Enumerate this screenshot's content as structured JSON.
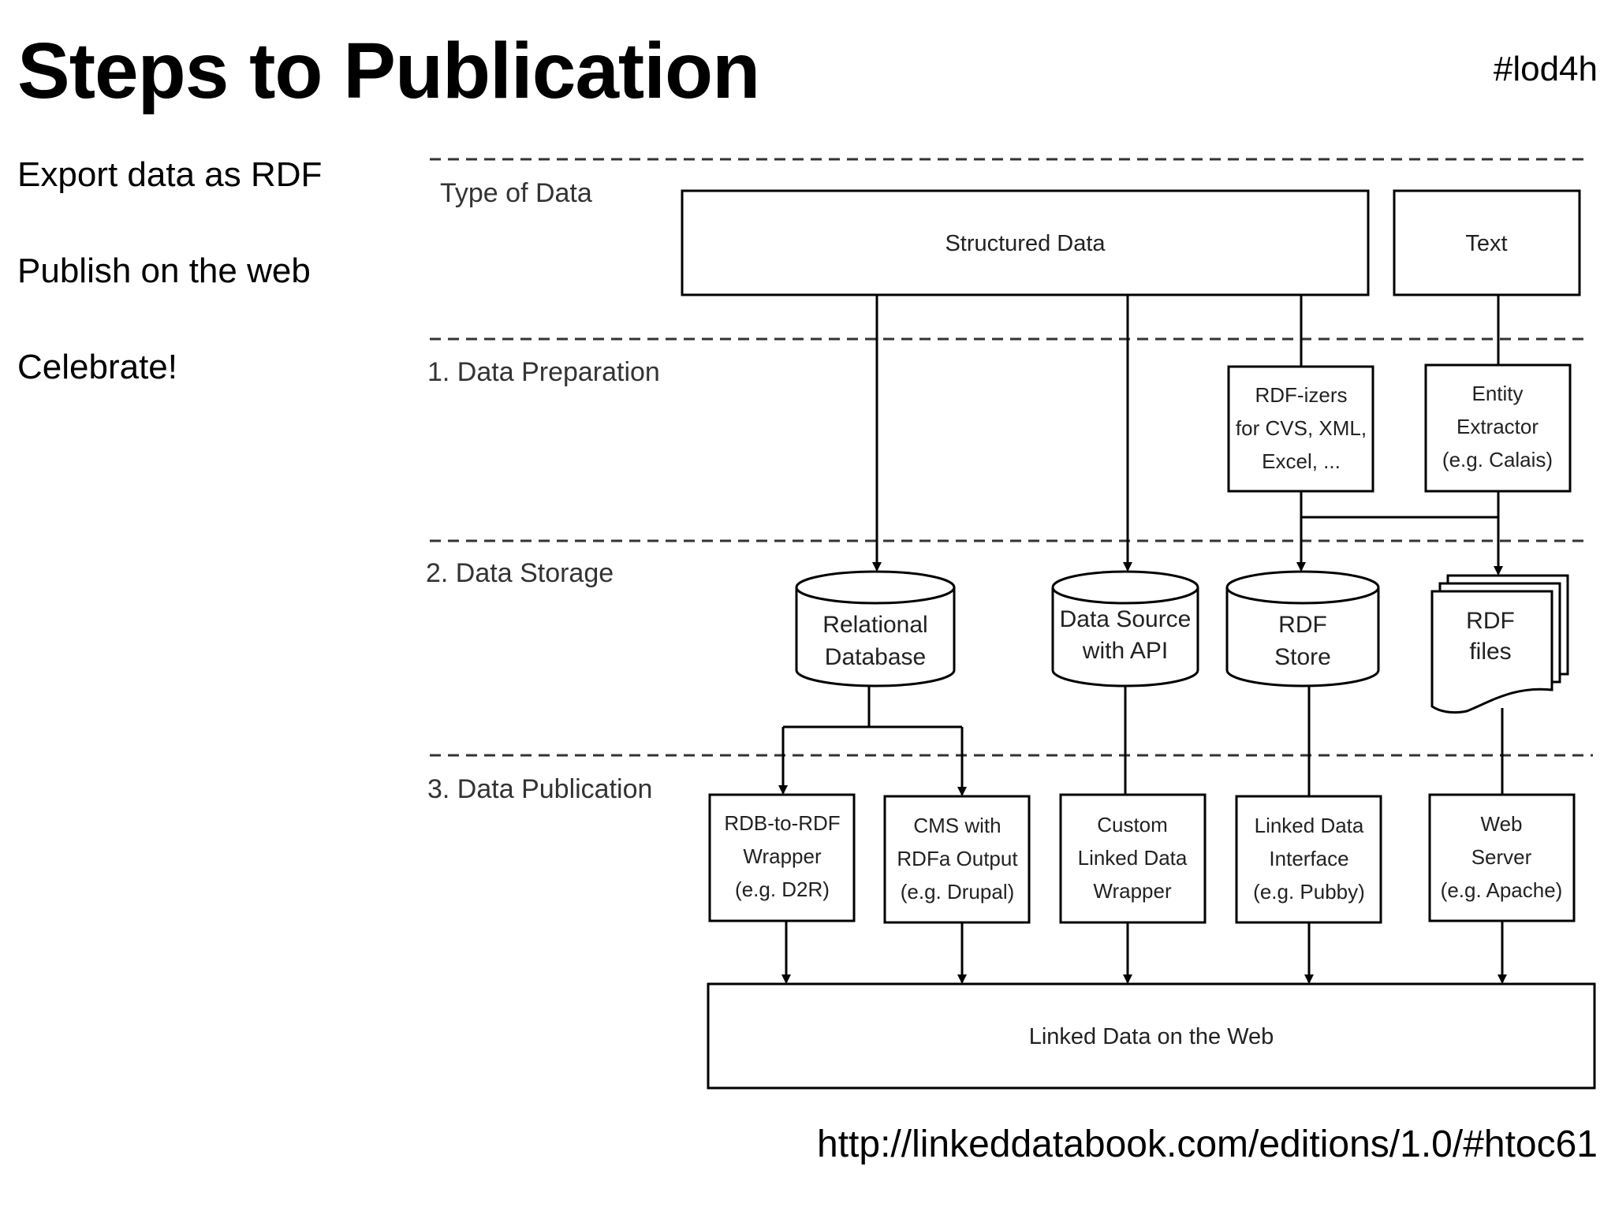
{
  "header": {
    "title": "Steps to Publication",
    "hashtag": "#lod4h"
  },
  "bullets": [
    "Export data as RDF",
    "Publish on the web",
    "Celebrate!"
  ],
  "footer": {
    "url": "http://linkeddatabook.com/editions/1.0/#htoc61"
  },
  "diagram": {
    "stages": {
      "type_of_data": "Type of Data",
      "preparation": "1. Data Preparation",
      "storage": "2. Data Storage",
      "publication": "3. Data Publication"
    },
    "sources": {
      "structured": "Structured Data",
      "text": "Text"
    },
    "preparation": {
      "rdfizers": [
        "RDF-izers",
        "for CVS, XML,",
        "Excel, ..."
      ],
      "entity_extractor": [
        "Entity",
        "Extractor",
        "(e.g. Calais)"
      ]
    },
    "storage": {
      "relational": [
        "Relational",
        "Database"
      ],
      "api": [
        "Data Source",
        "with API"
      ],
      "rdf_store": [
        "RDF",
        "Store"
      ],
      "rdf_files": [
        "RDF",
        "files"
      ]
    },
    "publication": {
      "rdb_to_rdf": [
        "RDB-to-RDF",
        "Wrapper",
        "(e.g. D2R)"
      ],
      "cms": [
        "CMS with",
        "RDFa Output",
        "(e.g. Drupal)"
      ],
      "custom": [
        "Custom",
        "Linked Data",
        "Wrapper"
      ],
      "ld_interface": [
        "Linked Data",
        "Interface",
        "(e.g. Pubby)"
      ],
      "web_server": [
        "Web",
        "Server",
        "(e.g. Apache)"
      ]
    },
    "output": "Linked Data on the Web"
  }
}
